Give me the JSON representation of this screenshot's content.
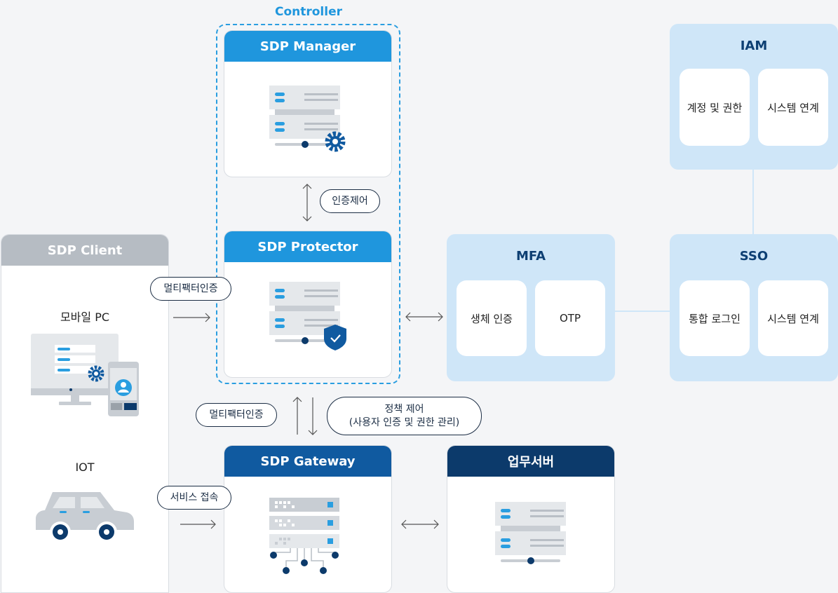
{
  "controller": {
    "title": "Controller"
  },
  "sdp_manager": {
    "title": "SDP Manager"
  },
  "sdp_protector": {
    "title": "SDP Protector"
  },
  "sdp_gateway": {
    "title": "SDP Gateway"
  },
  "business_server": {
    "title": "업무서버"
  },
  "sdp_client": {
    "title": "SDP Client",
    "devices": [
      {
        "label": "모바일 PC"
      },
      {
        "label": "IOT"
      }
    ]
  },
  "iam": {
    "title": "IAM",
    "items": [
      "계정 및 권한",
      "시스템 연계"
    ]
  },
  "mfa": {
    "title": "MFA",
    "items": [
      "생체 인증",
      "OTP"
    ]
  },
  "sso": {
    "title": "SSO",
    "items": [
      "통합 로그인",
      "시스템 연계"
    ]
  },
  "edges": {
    "manager_protector": "인증제어",
    "client_protector": "멀티팩터인증",
    "protector_gateway_left": "멀티팩터인증",
    "protector_gateway_right_line1": "정책 제어",
    "protector_gateway_right_line2": "(사용자 인증 및 권한 관리)",
    "client_gateway": "서비스 접속"
  },
  "colors": {
    "primary_blue": "#1f96dd",
    "gateway_blue": "#105aa0",
    "navy": "#0c3a6b",
    "panel_light": "#cfe6f8",
    "client_grey": "#b6bcc3"
  }
}
